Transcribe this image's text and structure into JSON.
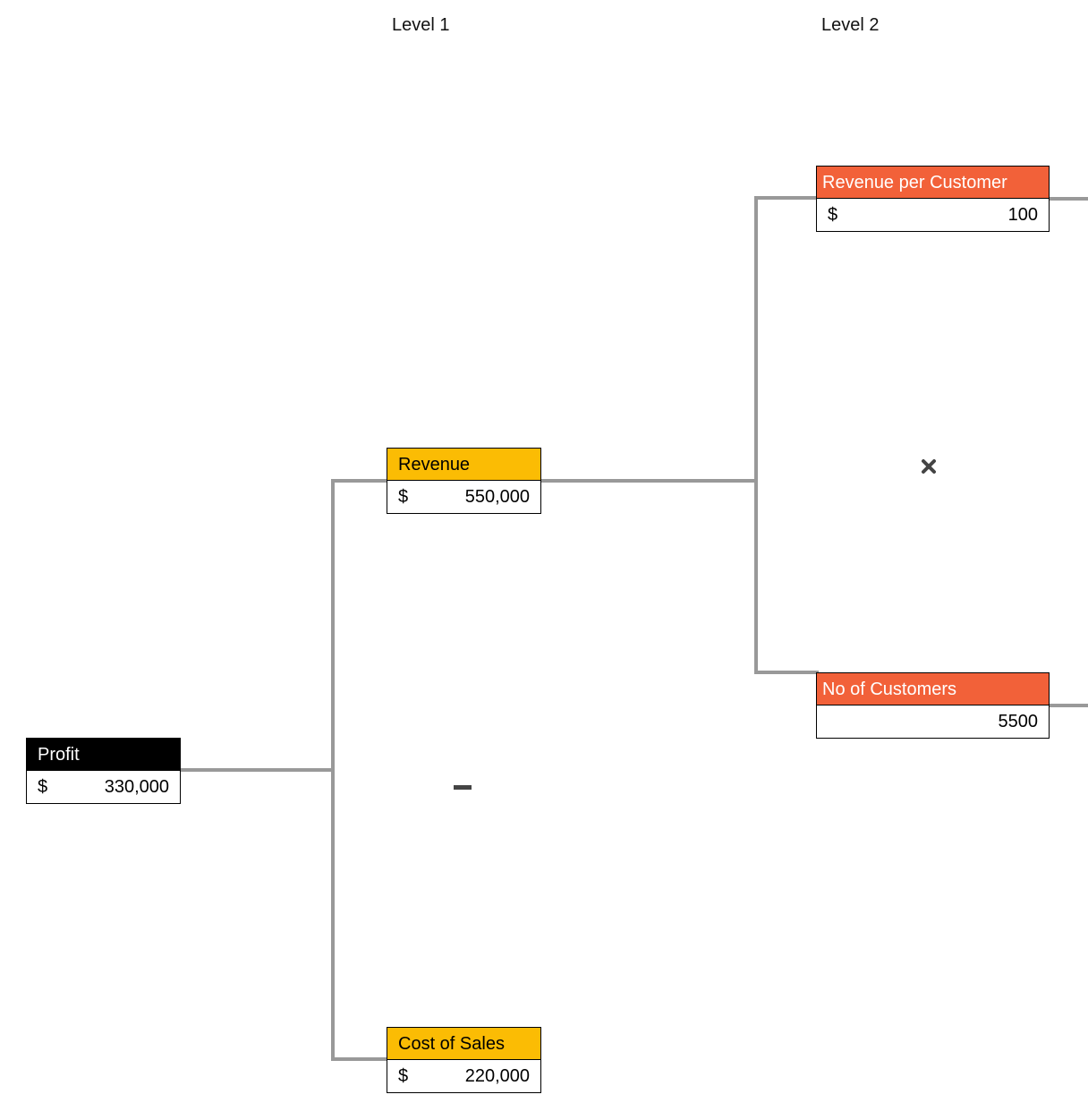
{
  "headers": {
    "level1": "Level 1",
    "level2": "Level 2"
  },
  "colors": {
    "profit": "#000000",
    "level1": "#FBBC04",
    "level2": "#F26139",
    "connector": "#999999"
  },
  "nodes": {
    "profit": {
      "title": "Profit",
      "currency": "$",
      "value": "330,000"
    },
    "revenue": {
      "title": "Revenue",
      "currency": "$",
      "value": "550,000"
    },
    "cost_of_sales": {
      "title": "Cost of Sales",
      "currency": "$",
      "value": "220,000"
    },
    "revenue_per_customer": {
      "title": "Revenue per Customer",
      "currency": "$",
      "value": "100"
    },
    "no_of_customers": {
      "title": "No of Customers",
      "currency": "",
      "value": "5500"
    }
  },
  "operators": {
    "profit_split": "minus-icon",
    "revenue_split": "multiply-icon"
  }
}
